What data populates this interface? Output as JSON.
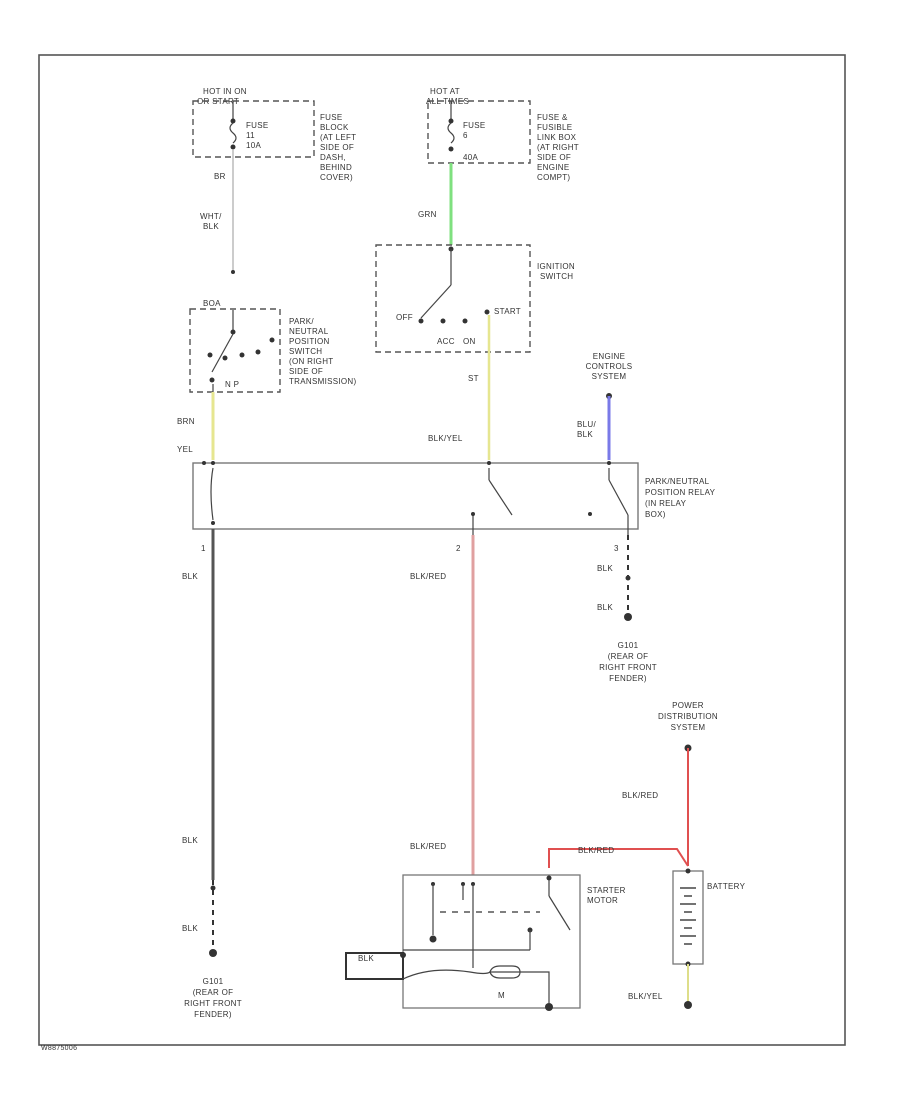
{
  "colors": {
    "wire_green": "#7fe07f",
    "wire_yellow": "#e8e890",
    "wire_blue": "#7a7ae8",
    "wire_red": "#e0a0a0",
    "wire_pink": "#e6b6b6",
    "wire_black": "#555555",
    "wire_gray": "#bbbbbb",
    "wire_battery_red": "#e05050"
  },
  "fuse_block": {
    "hot_label_1": "HOT IN ON",
    "hot_label_2": "OR START",
    "fuse_label": "FUSE",
    "fuse_num": "11",
    "fuse_amp": "10A",
    "loc_lines": [
      "FUSE",
      "BLOCK",
      "(AT LEFT",
      "SIDE OF",
      "DASH,",
      "BEHIND",
      "COVER)"
    ]
  },
  "fuse_link_box": {
    "hot_label_1": "HOT AT",
    "hot_label_2": "ALL TIMES",
    "fuse_label": "FUSE",
    "fuse_num": "6",
    "fuse_amp": "40A",
    "loc_lines": [
      "FUSE &",
      "FUSIBLE",
      "LINK BOX",
      "(AT RIGHT",
      "SIDE OF",
      "ENGINE",
      "COMPT)"
    ]
  },
  "wire_labels": {
    "fuse11_out": "BR",
    "fuse11_lower_1": "WHT/",
    "fuse11_lower_2": "BLK",
    "fuse6_out": "GRN",
    "pn_to_relay_1": "BRN",
    "pn_to_relay_2": "YEL",
    "ign_st": "ST",
    "relay_in2": "BLK/YEL",
    "ecs_1": "BLU/",
    "ecs_2": "BLK",
    "pin1_out": "BLK",
    "pin2_out": "BLK/RED",
    "pin3_out": "BLK",
    "pin3_ground": "BLK",
    "left_ground_1": "BLK",
    "left_ground_2": "BLK",
    "starter_in": "BLK/RED",
    "batt_to_starter": "BLK/RED",
    "pds_wire": "BLK/RED",
    "batt_bottom": "BLK/YEL"
  },
  "ignition_switch": {
    "title_1": "IGNITION",
    "title_2": "SWITCH",
    "pos_off": "OFF",
    "pos_start": "START",
    "pos_acc": "ACC",
    "pos_on": "ON"
  },
  "pn_switch": {
    "term": "BOA",
    "lines": [
      "PARK/",
      "NEUTRAL",
      "POSITION",
      "SWITCH",
      "(ON RIGHT",
      "SIDE OF",
      "TRANSMISSION)"
    ],
    "pos_labels": "N  P"
  },
  "engine_controls": {
    "lines": [
      "ENGINE",
      "CONTROLS",
      "SYSTEM"
    ]
  },
  "relay": {
    "lines": [
      "PARK/NEUTRAL",
      "POSITION RELAY",
      "(IN RELAY",
      "BOX)"
    ],
    "pin1": "1",
    "pin2": "2",
    "pin3": "3"
  },
  "ground_right": {
    "lines": [
      "G101",
      "(REAR OF",
      "RIGHT FRONT",
      "FENDER)"
    ]
  },
  "ground_left": {
    "lines": [
      "G101",
      "(REAR OF",
      "RIGHT FRONT",
      "FENDER)"
    ]
  },
  "power_distribution": {
    "lines": [
      "POWER",
      "DISTRIBUTION",
      "SYSTEM"
    ]
  },
  "starter": {
    "title_1": "STARTER",
    "title_2": "MOTOR",
    "term_m": "M",
    "term_b": "BLK"
  },
  "battery": {
    "title": "BATTERY"
  },
  "footer": {
    "code": "W8875006"
  }
}
